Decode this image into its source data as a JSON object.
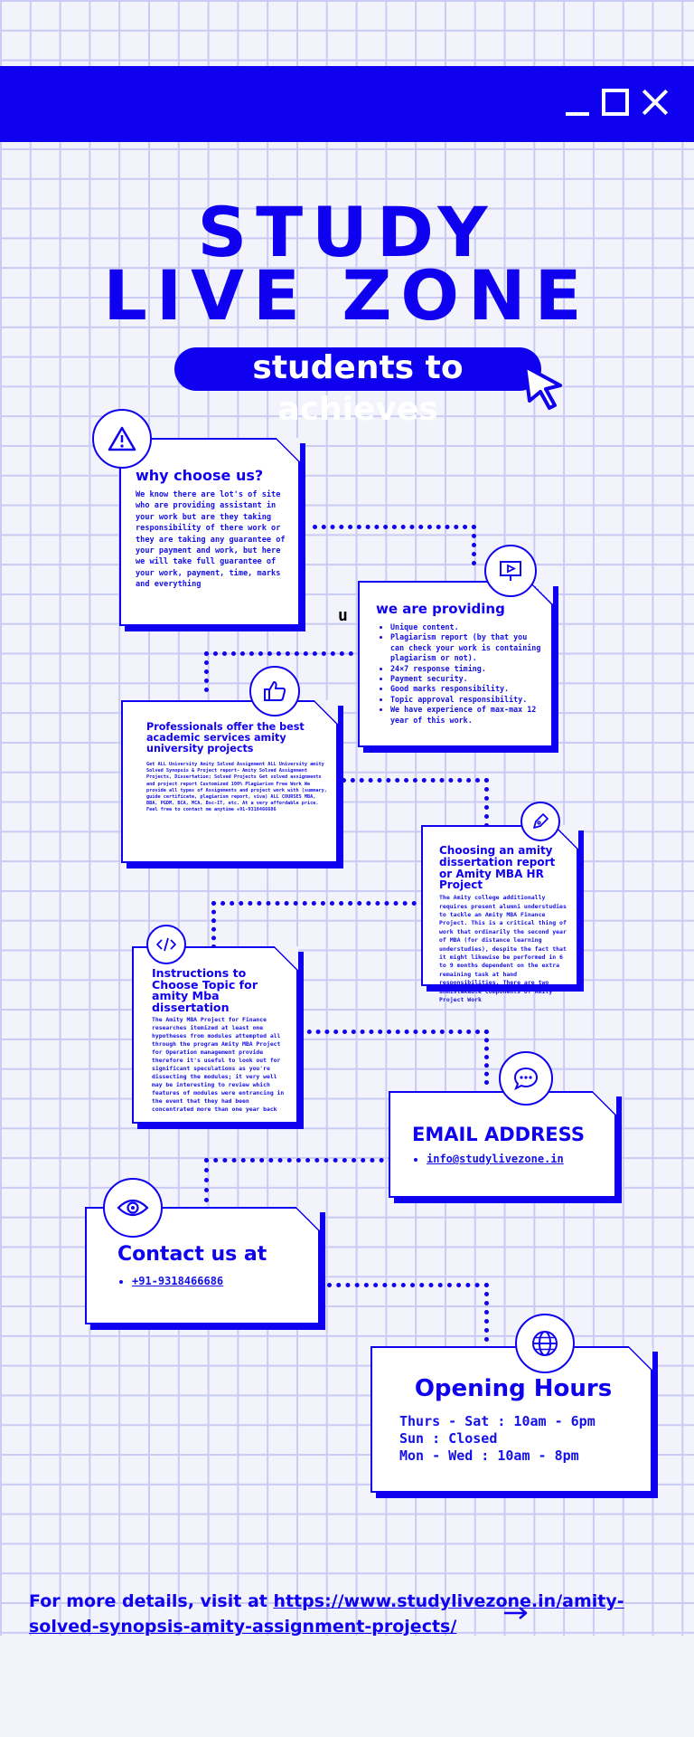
{
  "window_controls": [
    "minimize-icon",
    "maximize-icon",
    "close-icon"
  ],
  "colors": {
    "accent": "#1000f0",
    "background": "#f2f3fb",
    "grid": "#c9cbf4",
    "card": "#ffffff"
  },
  "title": {
    "line1": "STUDY",
    "line2": "LIVE ZONE"
  },
  "tagline": "students to achieves",
  "stray_letter": "u",
  "sections": {
    "why": {
      "heading": "why choose us?",
      "body": "We know there are lot's of site who are providing assistant in your work but are they taking responsibility of there work or they are taking any guarantee of your payment and work, but here we will take full guarantee of your work, payment, time, marks and everything"
    },
    "providing": {
      "heading": "we are providing",
      "items": [
        "Unique content.",
        "Plagiarism report (by that you can check your work is containing plagiarism or not).",
        "24×7 response timing.",
        "Payment security.",
        "Good marks responsibility.",
        "Topic approval responsibility.",
        "We have experience of max-max 12 year of this work."
      ]
    },
    "professionals": {
      "heading": "Professionals offer the best academic services amity university projects",
      "body": "Get ALL University Amity Solved Assignment ALL University amity Solved Synopsis & Project report- Amity Solved Assignment Projects, Dissertation; Solved Projects Get solved assignments and project report Customized 100% Plagiarism Free Work We provide all types of Assignments and project work with (summary, guide certificate, plagiarism report, viva) ALL COURSES MBA, BBA, PGDM, BCA, MCA, Bsc-IT, etc. At a very affordable price. Feel free to contact me anytime +91-9318466686"
    },
    "choosing": {
      "heading": "Choosing an amity dissertation report or Amity MBA HR Project",
      "body": "The Amity college additionally requires present alumni understudies to tackle an Amity MBA Finance Project. This is a critical thing of work that ordinarily the second year of MBA (for distance learning understudies), despite the fact that it might likewise be performed in 6 to 9 months dependent on the extra remaining task at hand responsibilities. There are two unmistakable components of Amity Project Work"
    },
    "instructions": {
      "heading": "Instructions to Choose Topic for amity Mba dissertation",
      "body": "The Amity MBA Project for Finance researches itemized at least one hypotheses from modules attempted all through the program Amity MBA Project for Operation management provide therefore it's useful to look out for significant speculations as you're dissecting the modules; it very well may be interesting to review which features of modules were entrancing in the event that they had been concentrated more than one year back"
    },
    "email": {
      "heading": "EMAIL ADDRESS",
      "value": "info@studylivezone.in"
    },
    "contact": {
      "heading": "Contact us at",
      "value": "+91-9318466686"
    },
    "hours": {
      "heading": "Opening Hours",
      "lines": [
        "Thurs - Sat : 10am - 6pm",
        "Sun : Closed",
        "Mon - Wed : 10am - 8pm"
      ]
    }
  },
  "icons": [
    "warning-icon",
    "presentation-icon",
    "thumbs-up-icon",
    "pen-icon",
    "code-icon",
    "chat-icon",
    "eye-icon",
    "globe-icon"
  ],
  "footer": {
    "prefix": "For more details, visit at ",
    "link": "https://www.studylivezone.in/amity-solved-synopsis-amity-assignment-projects/"
  }
}
